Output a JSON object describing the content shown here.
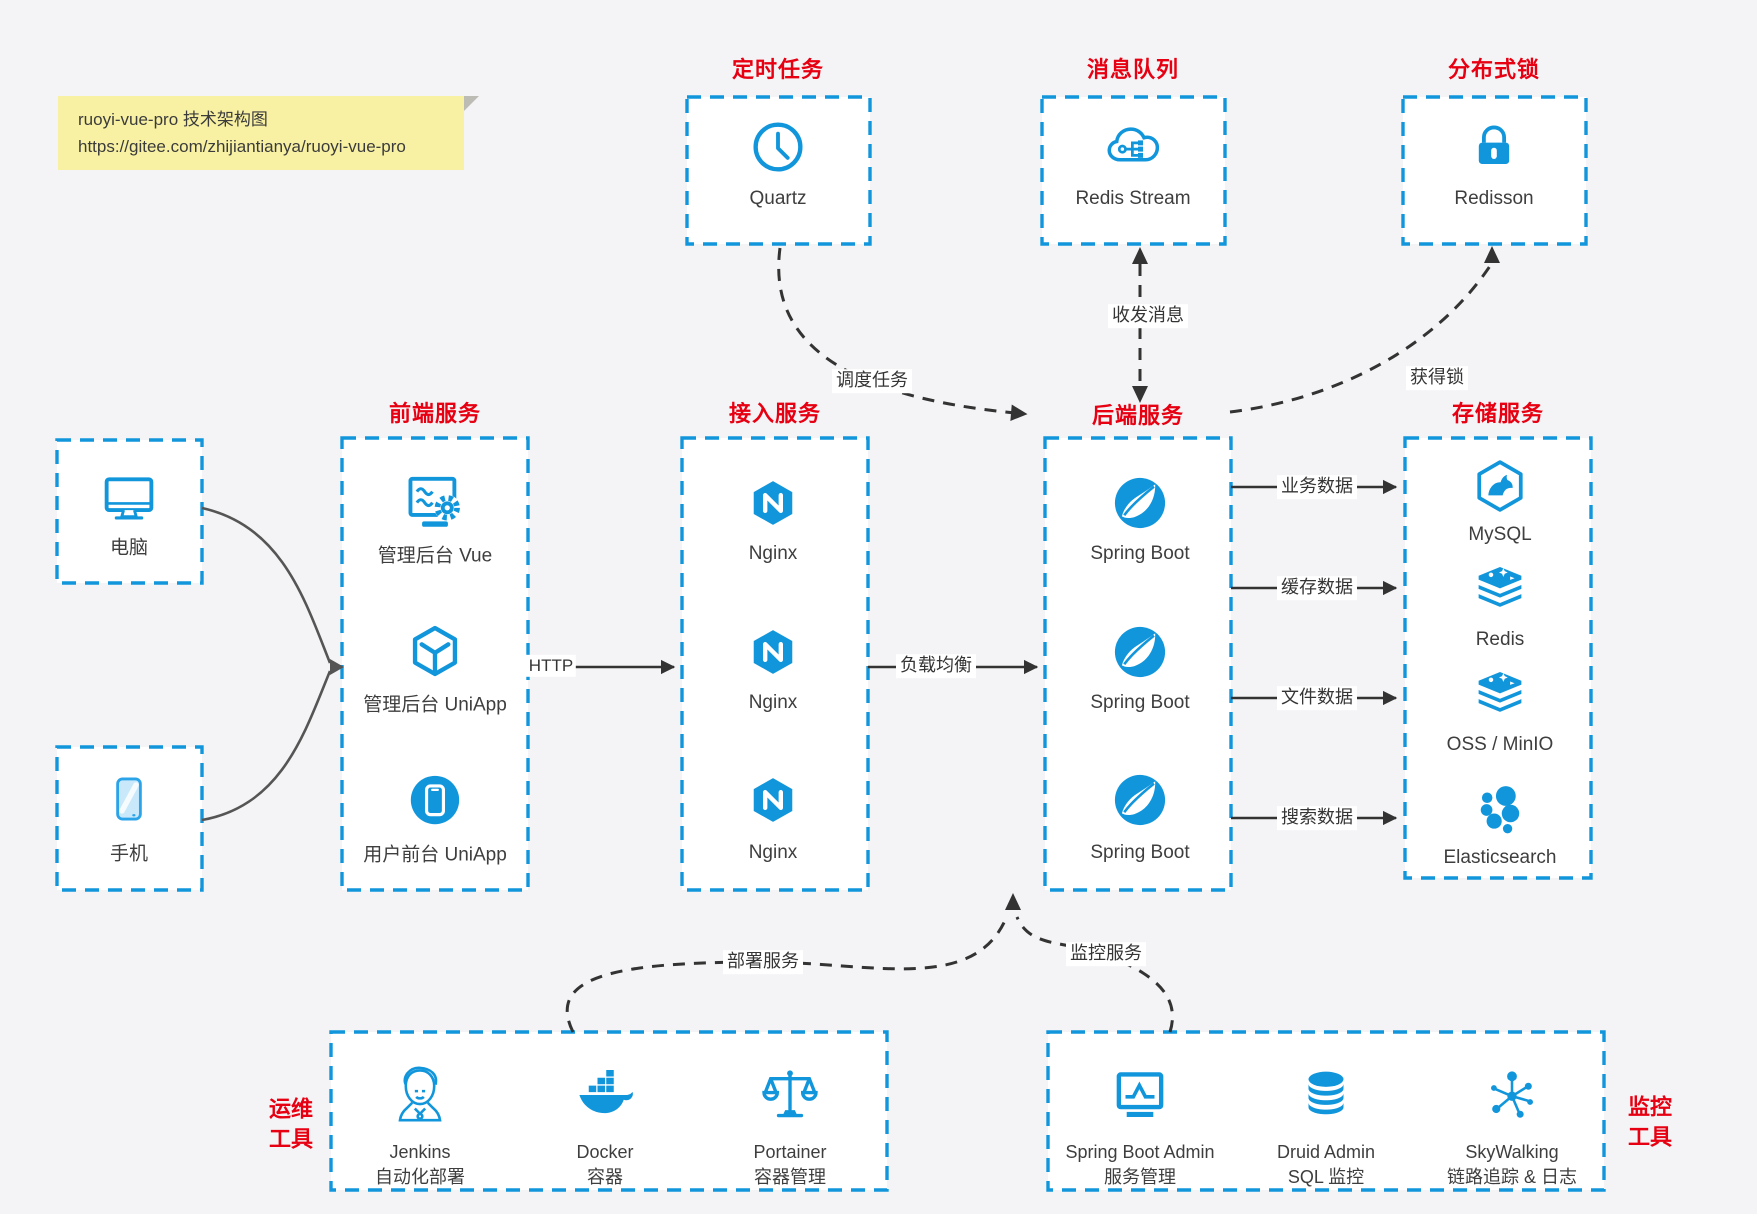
{
  "note": {
    "line1": "ruoyi-vue-pro 技术架构图",
    "line2": "https://gitee.com/zhijiantianya/ruoyi-vue-pro"
  },
  "colors": {
    "accent_blue": "#1296db",
    "label_red": "#e60012",
    "arrow_dark": "#333333",
    "arrow_gray": "#555555",
    "note_bg": "#f8f1a3",
    "page_bg": "#f4f4f6"
  },
  "sections": {
    "scheduled": {
      "title": "定时任务",
      "node": "Quartz"
    },
    "mq": {
      "title": "消息队列",
      "node": "Redis Stream"
    },
    "lock": {
      "title": "分布式锁",
      "node": "Redisson"
    },
    "clients": {
      "pc": "电脑",
      "mobile": "手机"
    },
    "frontend": {
      "title": "前端服务",
      "nodes": [
        "管理后台 Vue",
        "管理后台 UniApp",
        "用户前台 UniApp"
      ]
    },
    "gateway": {
      "title": "接入服务",
      "nodes": [
        "Nginx",
        "Nginx",
        "Nginx"
      ]
    },
    "backend": {
      "title": "后端服务",
      "nodes": [
        "Spring Boot",
        "Spring Boot",
        "Spring Boot"
      ]
    },
    "storage": {
      "title": "存储服务",
      "nodes": [
        "MySQL",
        "Redis",
        "OSS / MinIO",
        "Elasticsearch"
      ]
    },
    "ops": {
      "title_lines": [
        "运维",
        "工具"
      ],
      "nodes": [
        {
          "name": "Jenkins",
          "desc": "自动化部署"
        },
        {
          "name": "Docker",
          "desc": "容器"
        },
        {
          "name": "Portainer",
          "desc": "容器管理"
        }
      ]
    },
    "monitor": {
      "title_lines": [
        "监控",
        "工具"
      ],
      "nodes": [
        {
          "name": "Spring Boot Admin",
          "desc": "服务管理"
        },
        {
          "name": "Druid Admin",
          "desc": "SQL 监控"
        },
        {
          "name": "SkyWalking",
          "desc": "链路追踪 & 日志"
        }
      ]
    }
  },
  "edges": {
    "http": "HTTP",
    "load_balance": "负载均衡",
    "schedule": "调度任务",
    "message": "收发消息",
    "get_lock": "获得锁",
    "business": "业务数据",
    "cache": "缓存数据",
    "file": "文件数据",
    "search": "搜索数据",
    "deploy": "部署服务",
    "monitor": "监控服务"
  }
}
